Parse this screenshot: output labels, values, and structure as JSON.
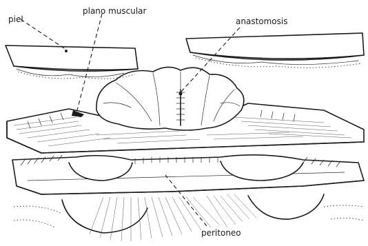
{
  "labels": {
    "piel": "piel",
    "plano_muscular": "plano muscular",
    "anastomosis": "anastomosis",
    "peritoneo": "peritoneo"
  },
  "colors": {
    "ink": "#1a1a1a",
    "paper": "#ffffff"
  }
}
